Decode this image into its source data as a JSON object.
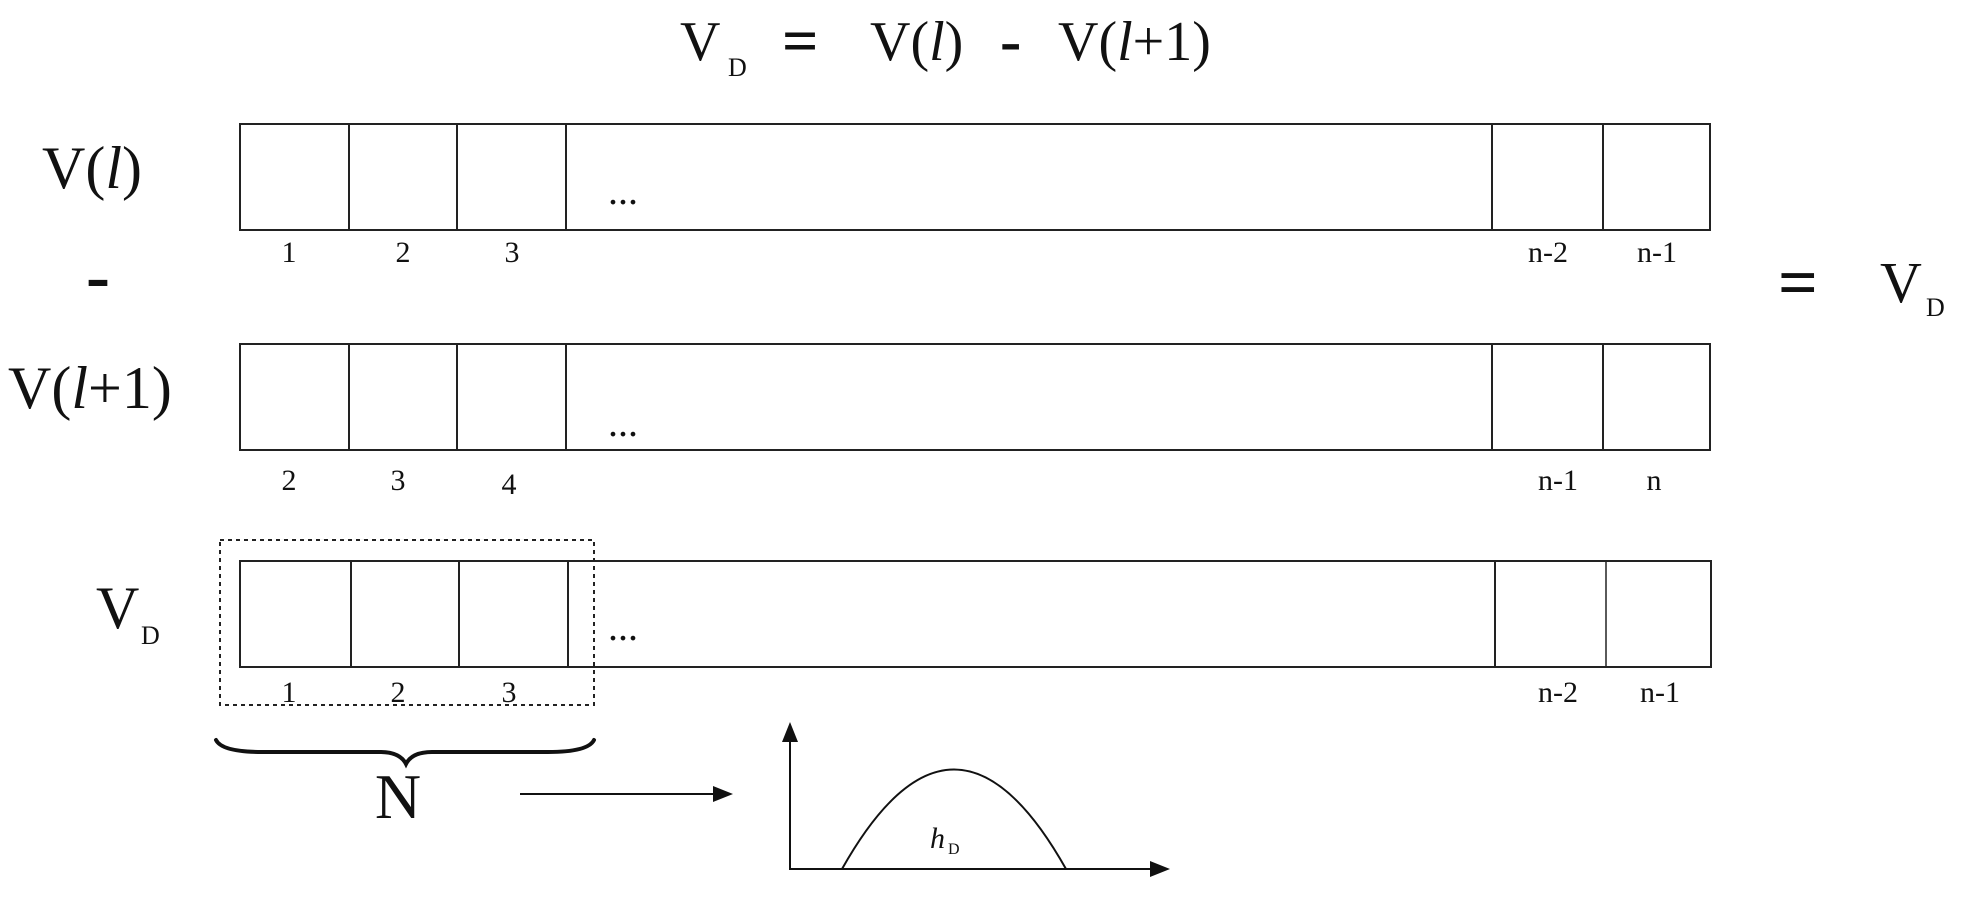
{
  "equation": {
    "lhs": "V",
    "lhs_sub": "D",
    "equals": "=",
    "term1_prefix": "V(",
    "term1_var": "l",
    "term1_suffix": ")",
    "minus": "-",
    "term2_prefix": "V(",
    "term2_var": "l",
    "term2_suffix": "+1)"
  },
  "rows": {
    "v_l": {
      "label_prefix": "V(",
      "label_var": "l",
      "label_suffix": ")",
      "ellipsis": "...",
      "index_labels": [
        "1",
        "2",
        "3",
        "n-2",
        "n-1"
      ]
    },
    "minus_sign": "-",
    "v_l1": {
      "label_prefix": "V(",
      "label_var": "l",
      "label_suffix": "+1)",
      "ellipsis": "...",
      "index_labels": [
        "2",
        "3",
        "4",
        "n-1",
        "n"
      ]
    },
    "result": {
      "equals": "=",
      "symbol": "V",
      "sub": "D"
    },
    "v_d": {
      "label": "V",
      "label_sub": "D",
      "ellipsis": "...",
      "index_labels": [
        "1",
        "2",
        "3",
        "n-2",
        "n-1"
      ]
    }
  },
  "window": {
    "label": "N"
  },
  "histogram": {
    "label": "h",
    "label_sub": "D"
  },
  "colors": {
    "stroke": "#222222",
    "text": "#111111",
    "background": "#ffffff"
  }
}
